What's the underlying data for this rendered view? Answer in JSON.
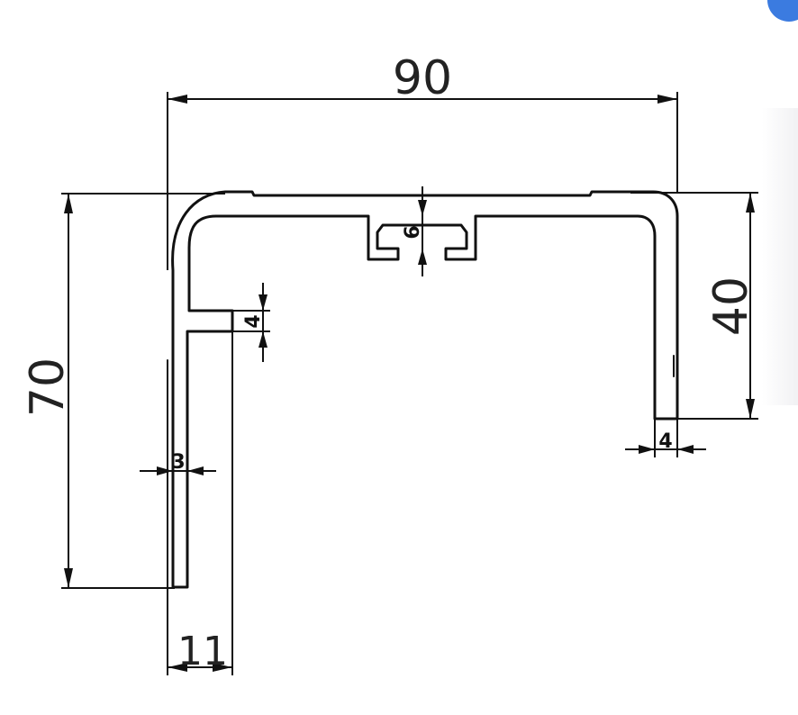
{
  "dimensions": {
    "overall_width": "90",
    "overall_height": "70",
    "right_leg_height": "40",
    "channel_depth": "6",
    "lip_thickness": "4",
    "leg_wall_thickness": "3",
    "right_wall_thickness": "4",
    "leg_width": "11"
  },
  "colors": {
    "line": "#111111",
    "accent": "#3B7BE0"
  }
}
